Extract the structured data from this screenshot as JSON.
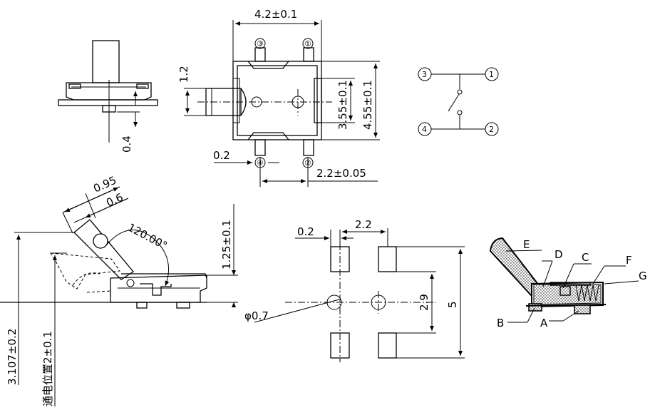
{
  "top_view": {
    "width_dim": "4.2±0.1",
    "height_dim_inner": "3.55±0.1",
    "height_dim_outer": "4.55±0.1",
    "actuator_dim": "1.2",
    "pin_pitch_dim": "2.2±0.05",
    "pin_width_dim": "0.2",
    "pin_labels": [
      "③",
      "①",
      "④",
      "②"
    ]
  },
  "front_view": {
    "height_dim": "0.4"
  },
  "schematic": {
    "terminals": [
      "3",
      "1",
      "4",
      "2"
    ]
  },
  "side_view": {
    "dim_a": "0.95",
    "dim_b": "0.6",
    "angle": "120.00°",
    "height_dim": "1.25±0.1",
    "overall_dim": "3.107±0.2",
    "on_position": "通电位置2±0.1"
  },
  "pcb_layout": {
    "pad_width": "0.2",
    "pitch_x": "2.2",
    "hole": "φ0.7",
    "pitch_y": "2.9",
    "overall": "5"
  },
  "section_view": {
    "labels": [
      "E",
      "D",
      "C",
      "F",
      "G",
      "B",
      "A"
    ]
  }
}
